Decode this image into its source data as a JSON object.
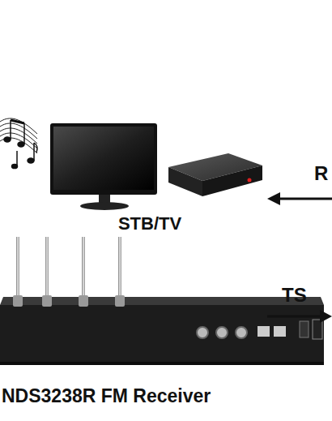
{
  "diagram": {
    "nodes": [
      {
        "text": [
          "STB/TV"
        ]
      },
      {
        "text": [
          "NDS3238R FM Receiver"
        ]
      }
    ],
    "labels": [
      "R",
      "TS"
    ]
  }
}
